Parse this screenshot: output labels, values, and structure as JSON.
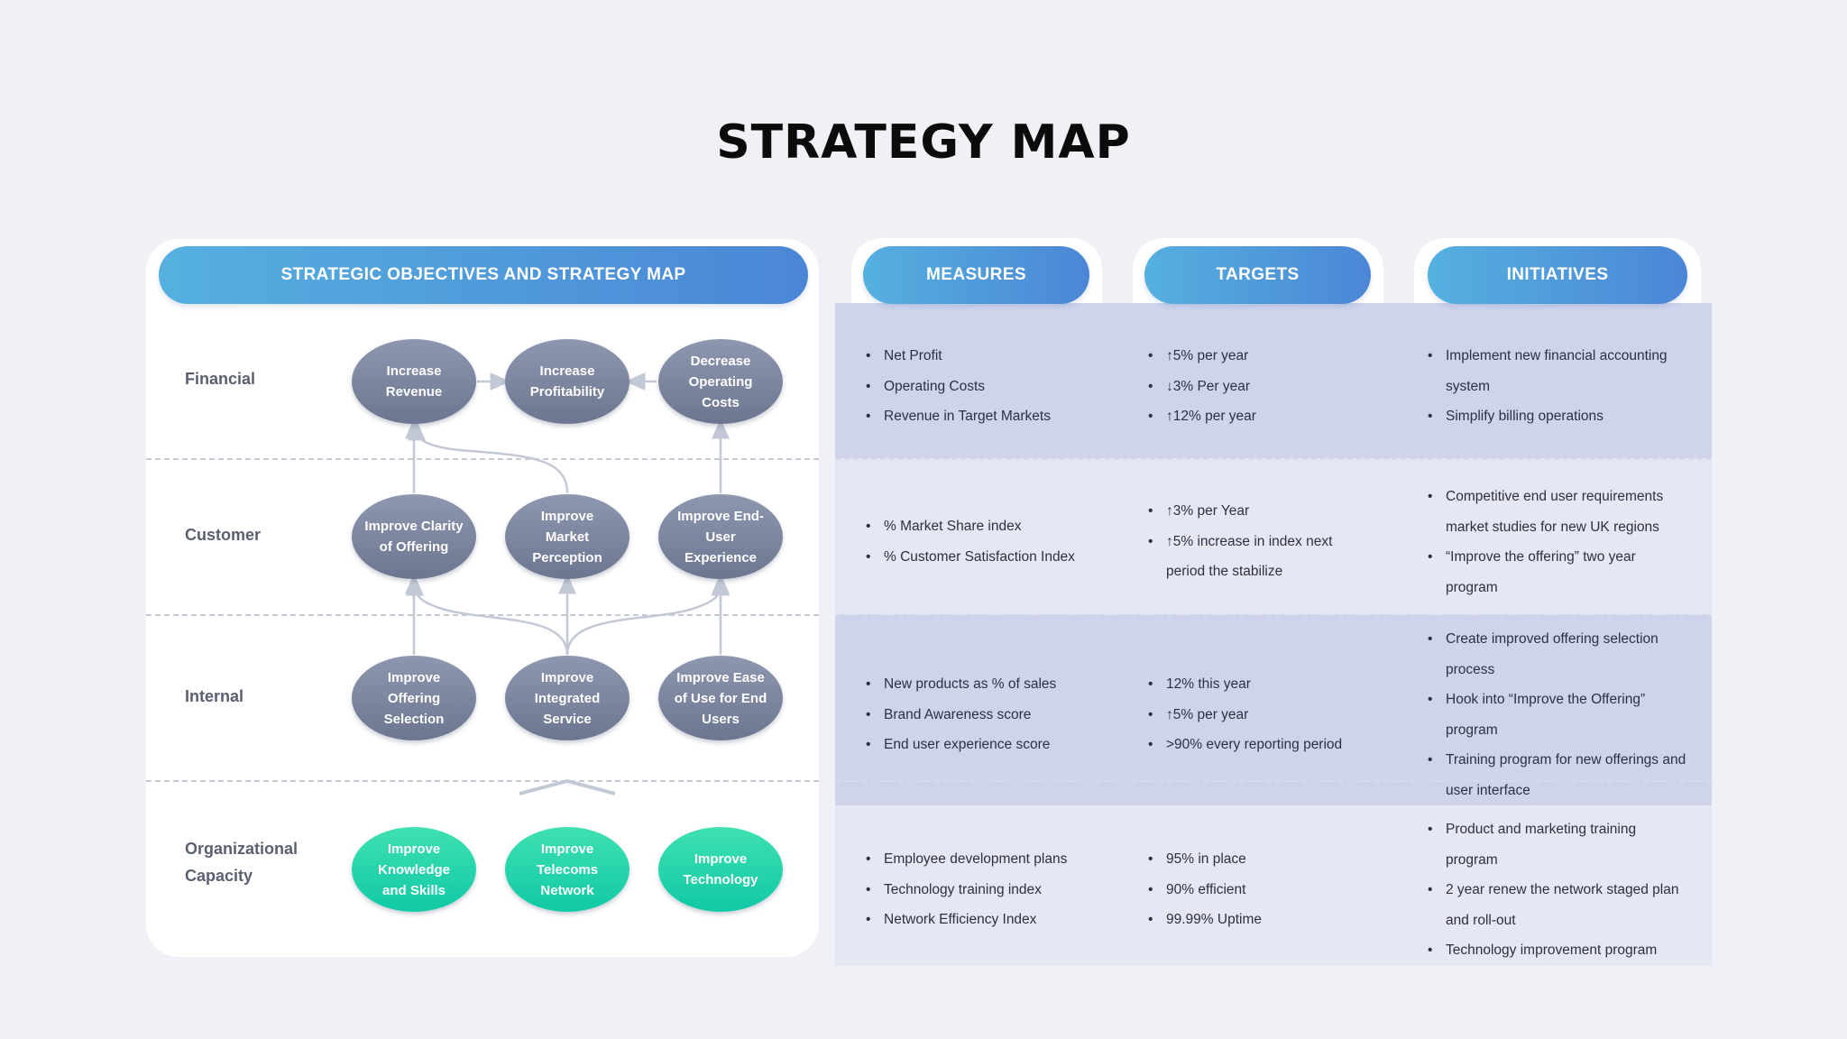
{
  "title": "STRATEGY MAP",
  "headers": {
    "objectives": "STRATEGIC OBJECTIVES AND STRATEGY MAP",
    "measures": "MEASURES",
    "targets": "TARGETS",
    "initiatives": "INITIATIVES"
  },
  "rows": [
    {
      "label": "Financial",
      "objectives": [
        "Increase Revenue",
        "Increase Profitability",
        "Decrease Operating Costs"
      ],
      "measures": [
        "Net Profit",
        "Operating Costs",
        "Revenue in Target Markets"
      ],
      "targets": [
        "↑5% per year",
        "↓3% Per year",
        "↑12% per year"
      ],
      "initiatives": [
        "Implement new financial accounting system",
        "Simplify billing operations"
      ]
    },
    {
      "label": "Customer",
      "objectives": [
        "Improve Clarity of Offering",
        "Improve Market Perception",
        "Improve End-User Experience"
      ],
      "measures": [
        "% Market Share index",
        "% Customer Satisfaction Index"
      ],
      "targets": [
        "↑3% per Year",
        "↑5% increase in index next period the stabilize"
      ],
      "initiatives": [
        "Competitive end user requirements market studies for new UK regions",
        "“Improve the offering” two year program"
      ]
    },
    {
      "label": "Internal",
      "objectives": [
        "Improve Offering Selection",
        "Improve Integrated Service",
        "Improve Ease of Use for End Users"
      ],
      "measures": [
        "New products as % of sales",
        "Brand Awareness score",
        "End user experience score"
      ],
      "targets": [
        "12% this year",
        "↑5% per year",
        ">90% every reporting period"
      ],
      "initiatives": [
        "Create improved offering selection process",
        "Hook into “Improve the Offering” program",
        "Training program for new offerings and user interface"
      ]
    },
    {
      "label": "Organizational Capacity",
      "objectives": [
        "Improve Knowledge and Skills",
        "Improve Telecoms Network",
        "Improve Technology"
      ],
      "measures": [
        "Employee development plans",
        "Technology training index",
        "Network Efficiency Index"
      ],
      "targets": [
        "95% in place",
        "90% efficient",
        "99.99% Uptime"
      ],
      "initiatives": [
        "Product and marketing training program",
        "2 year renew the network staged plan and roll-out",
        "Technology improvement program"
      ]
    }
  ],
  "colors": {
    "objective_oval": "#7a839c",
    "capacity_oval": "#1fd3aa",
    "header_start": "#55b0df",
    "header_end": "#4b86d6",
    "band_dark": "#cfd4ec",
    "band_light": "#e5e8f3"
  }
}
